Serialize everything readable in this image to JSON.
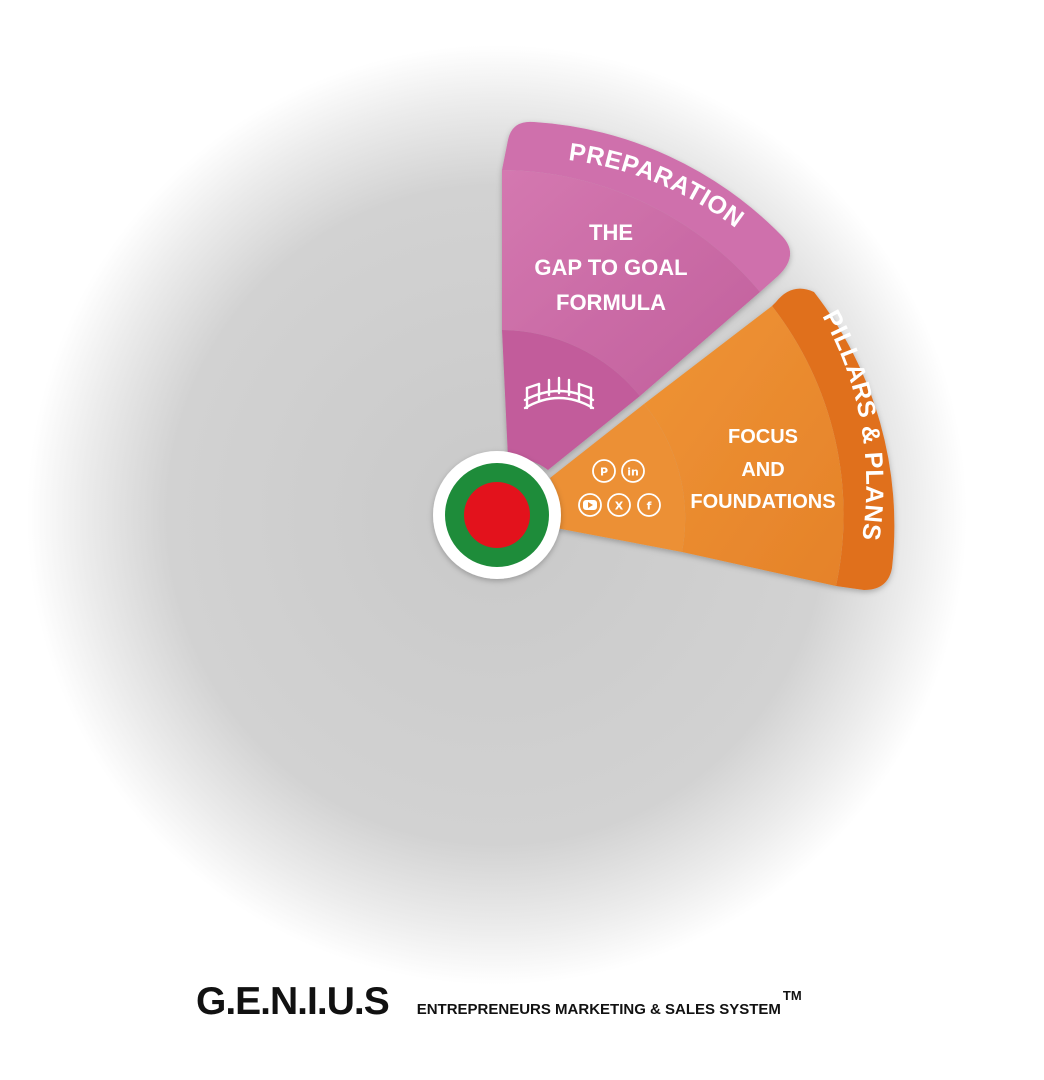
{
  "segments": {
    "preparation": {
      "outer_label": "PREPARATION",
      "inner_lines": [
        "THE",
        "GAP TO GOAL",
        "FORMULA"
      ],
      "icon": "bridge-icon",
      "color": "#cc6aa8",
      "color_dark": "#b44f92"
    },
    "pillars": {
      "outer_label": "PILLARS & PLANS",
      "inner_lines": [
        "FOCUS",
        "AND",
        "FOUNDATIONS"
      ],
      "color": "#e8832b",
      "color_outer": "#e0701f"
    }
  },
  "social_icons": [
    "pinterest-icon",
    "linkedin-icon",
    "youtube-icon",
    "x-icon",
    "facebook-icon"
  ],
  "center_button": {
    "ring_color": "#1e8c3a",
    "core_color": "#e3121c"
  },
  "footer": {
    "brand": "G.E.N.I.U.S",
    "tagline": "ENTREPRENEURS MARKETING & SALES SYSTEM",
    "trademark": "TM"
  }
}
